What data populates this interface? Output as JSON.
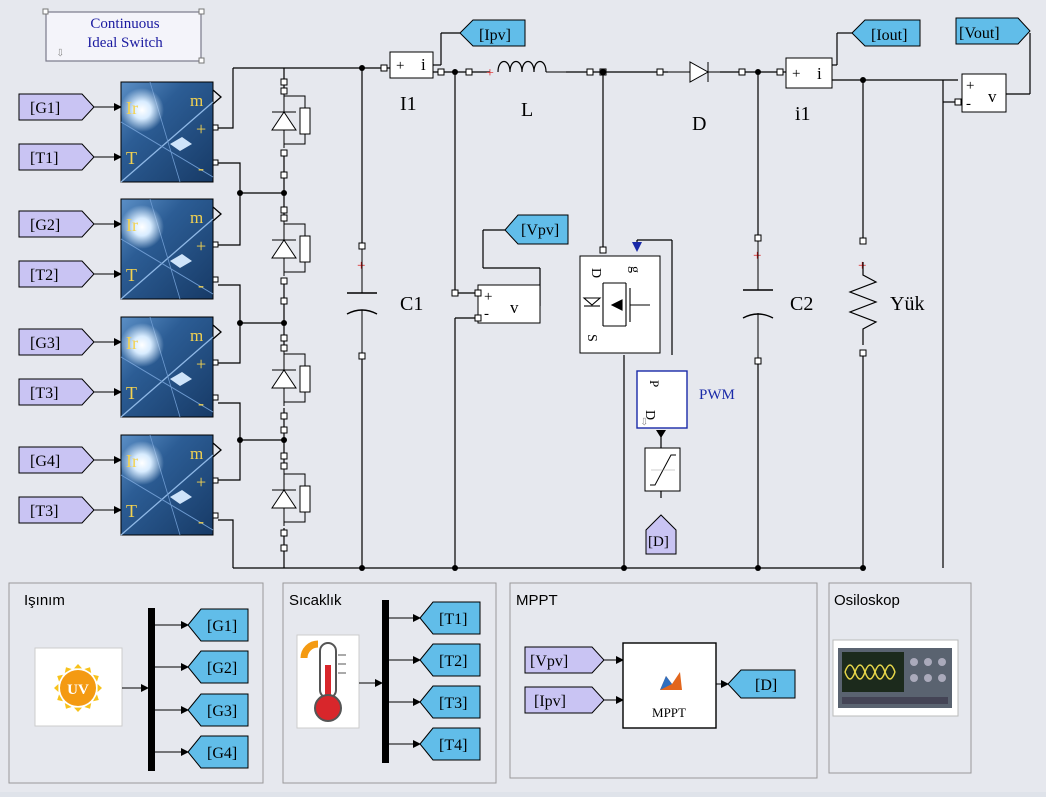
{
  "switch_block": {
    "line1": "Continuous",
    "line2": "Ideal Switch"
  },
  "pv_inputs": [
    {
      "g": "[G1]",
      "t": "[T1]"
    },
    {
      "g": "[G2]",
      "t": "[T2]"
    },
    {
      "g": "[G3]",
      "t": "[T3]"
    },
    {
      "g": "[G4]",
      "t": "[T3]"
    }
  ],
  "pv_port_labels": {
    "irr": "Ir",
    "temp": "T",
    "meas": "m",
    "plus": "+",
    "minus": "-"
  },
  "goto_tags": {
    "ipv": "[Ipv]",
    "iout": "[Iout]",
    "vout": "[Vout]",
    "vpv": "[Vpv]"
  },
  "components": {
    "i1_label": "I1",
    "l_label": "L",
    "d_label": "D",
    "i2_label": "i1",
    "c1_label": "C1",
    "c2_label": "C2",
    "load_label": "Yük",
    "pwm_label": "PWM",
    "d_from": "[D]"
  },
  "meter_labels": {
    "plus": "+",
    "minus": "-",
    "i": "i",
    "v": "v"
  },
  "mosfet_ports": {
    "d": "D",
    "g": "g",
    "s": "S"
  },
  "pwm_ports": {
    "d": "D",
    "p": "P"
  },
  "panels": {
    "isinim": {
      "title": "Işınım",
      "icon_text": "UV",
      "outputs": [
        "[G1]",
        "[G2]",
        "[G3]",
        "[G4]"
      ]
    },
    "sicaklik": {
      "title": "Sıcaklık",
      "outputs": [
        "[T1]",
        "[T2]",
        "[T3]",
        "[T4]"
      ]
    },
    "mppt": {
      "title": "MPPT",
      "inputs": [
        "[Vpv]",
        "[Ipv]"
      ],
      "block_label": "MPPT",
      "output": "[D]"
    },
    "osiloskop": {
      "title": "Osiloskop"
    }
  }
}
